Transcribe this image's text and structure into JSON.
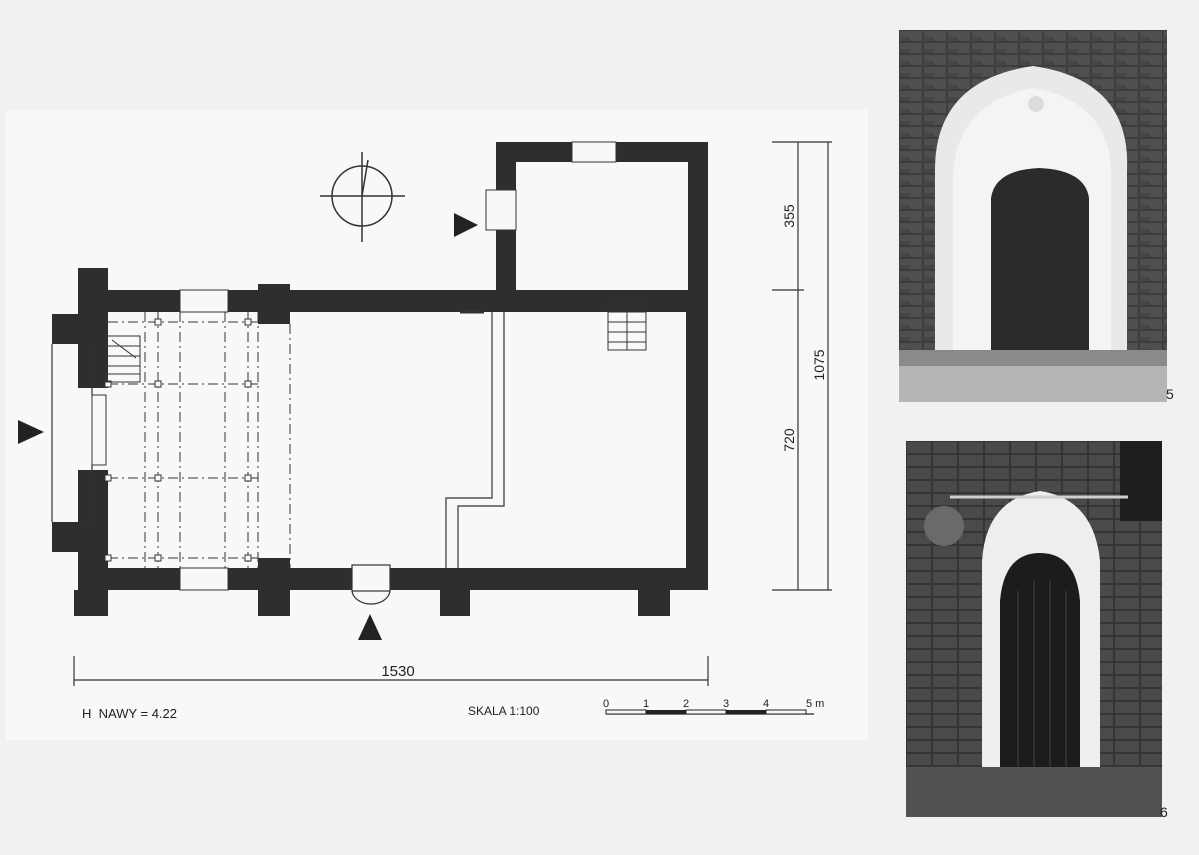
{
  "plan": {
    "dim_total_width": "1530",
    "dim_total_depth": "1075",
    "dim_tower_depth": "355",
    "dim_nave_depth": "720",
    "nave_height_note": "H  NAWY = 4.22",
    "scale_label": "SKALA 1:100",
    "scale_ticks": [
      "0",
      "1",
      "2",
      "3",
      "4",
      "5 m"
    ]
  },
  "photos": {
    "photo_5_number": "5",
    "photo_6_number": "6"
  },
  "colors": {
    "wall": "#2e2e2e",
    "paper": "#f3f3f3",
    "line": "#333333"
  }
}
